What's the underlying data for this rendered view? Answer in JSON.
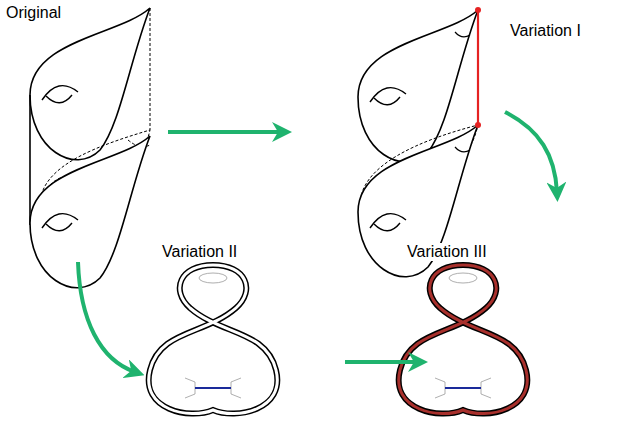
{
  "diagram": {
    "labels": [
      "Original",
      "Variation I",
      "Variation II",
      "Variation III"
    ]
  }
}
